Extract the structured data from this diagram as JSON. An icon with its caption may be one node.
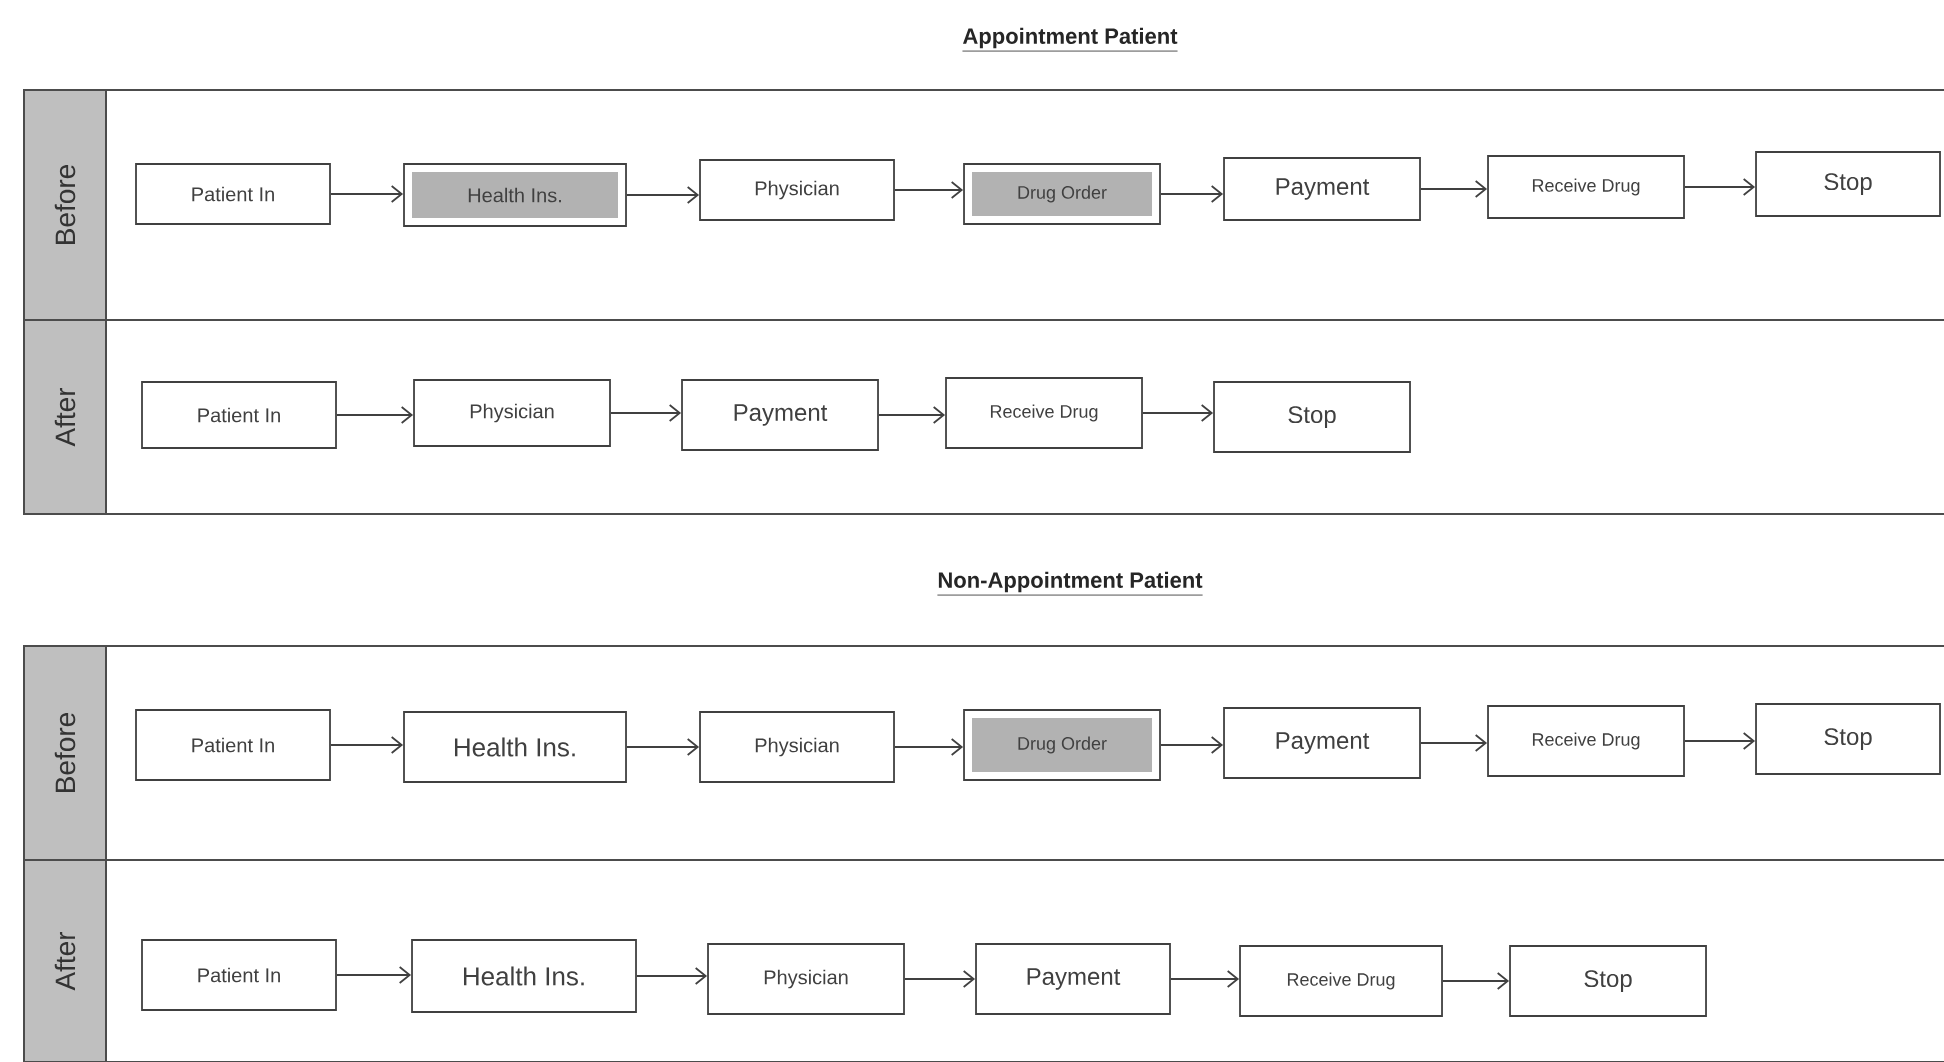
{
  "diagram": {
    "nodes": [
      {
        "text": [
          "Before"
        ]
      },
      {
        "text": [
          "Patient In"
        ],
        "in": 0
      },
      {
        "text": [
          "Health Ins."
        ],
        "in": 0
      },
      {
        "text": [
          "Physician"
        ],
        "in": 0
      },
      {
        "text": [
          "Drug Order"
        ],
        "in": 0
      },
      {
        "text": [
          "Payment"
        ],
        "in": 0
      },
      {
        "text": [
          "Receive Drug"
        ],
        "in": 0
      },
      {
        "text": [
          "Stop"
        ],
        "in": 0
      },
      {
        "text": [
          "After"
        ]
      },
      {
        "text": [
          "Patient In"
        ],
        "in": 8
      },
      {
        "text": [
          "Physician"
        ],
        "in": 8
      },
      {
        "text": [
          "Payment"
        ],
        "in": 8
      },
      {
        "text": [
          "Receive Drug"
        ],
        "in": 8
      },
      {
        "text": [
          "Stop"
        ],
        "in": 8
      },
      {
        "text": [
          "Before"
        ]
      },
      {
        "text": [
          "Patient In"
        ],
        "in": 14
      },
      {
        "text": [
          "Health Ins."
        ],
        "in": 14
      },
      {
        "text": [
          "Physician"
        ],
        "in": 14
      },
      {
        "text": [
          "Drug Order"
        ],
        "in": 14
      },
      {
        "text": [
          "Payment"
        ],
        "in": 14
      },
      {
        "text": [
          "Receive Drug"
        ],
        "in": 14
      },
      {
        "text": [
          "Stop"
        ],
        "in": 14
      },
      {
        "text": [
          "After"
        ]
      },
      {
        "text": [
          "Patient In"
        ],
        "in": 22
      },
      {
        "text": [
          "Health Ins."
        ],
        "in": 22
      },
      {
        "text": [
          "Physician"
        ],
        "in": 22
      },
      {
        "text": [
          "Payment"
        ],
        "in": 22
      },
      {
        "text": [
          "Receive Drug"
        ],
        "in": 22
      },
      {
        "text": [
          "Stop"
        ],
        "in": 22
      }
    ],
    "edges": [
      {
        "from": 1,
        "to": 2,
        "arrow": "to"
      },
      {
        "from": 2,
        "to": 3,
        "arrow": "to"
      },
      {
        "from": 3,
        "to": 4,
        "arrow": "to"
      },
      {
        "from": 4,
        "to": 5,
        "arrow": "to"
      },
      {
        "from": 5,
        "to": 6,
        "arrow": "to"
      },
      {
        "from": 6,
        "to": 7,
        "arrow": "to"
      },
      {
        "from": 9,
        "to": 10,
        "arrow": "to"
      },
      {
        "from": 10,
        "to": 11,
        "arrow": "to"
      },
      {
        "from": 11,
        "to": 12,
        "arrow": "to"
      },
      {
        "from": 12,
        "to": 13,
        "arrow": "to"
      },
      {
        "from": 15,
        "to": 16,
        "arrow": "to"
      },
      {
        "from": 16,
        "to": 17,
        "arrow": "to"
      },
      {
        "from": 17,
        "to": 18,
        "arrow": "to"
      },
      {
        "from": 18,
        "to": 19,
        "arrow": "to"
      },
      {
        "from": 19,
        "to": 20,
        "arrow": "to"
      },
      {
        "from": 20,
        "to": 21,
        "arrow": "to"
      },
      {
        "from": 23,
        "to": 24,
        "arrow": "to"
      },
      {
        "from": 24,
        "to": 25,
        "arrow": "to"
      },
      {
        "from": 25,
        "to": 26,
        "arrow": "to"
      },
      {
        "from": 26,
        "to": 27,
        "arrow": "to"
      },
      {
        "from": 27,
        "to": 28,
        "arrow": "to"
      }
    ],
    "labels": [
      "Appointment Patient",
      "Non-Appointment Patient"
    ]
  }
}
